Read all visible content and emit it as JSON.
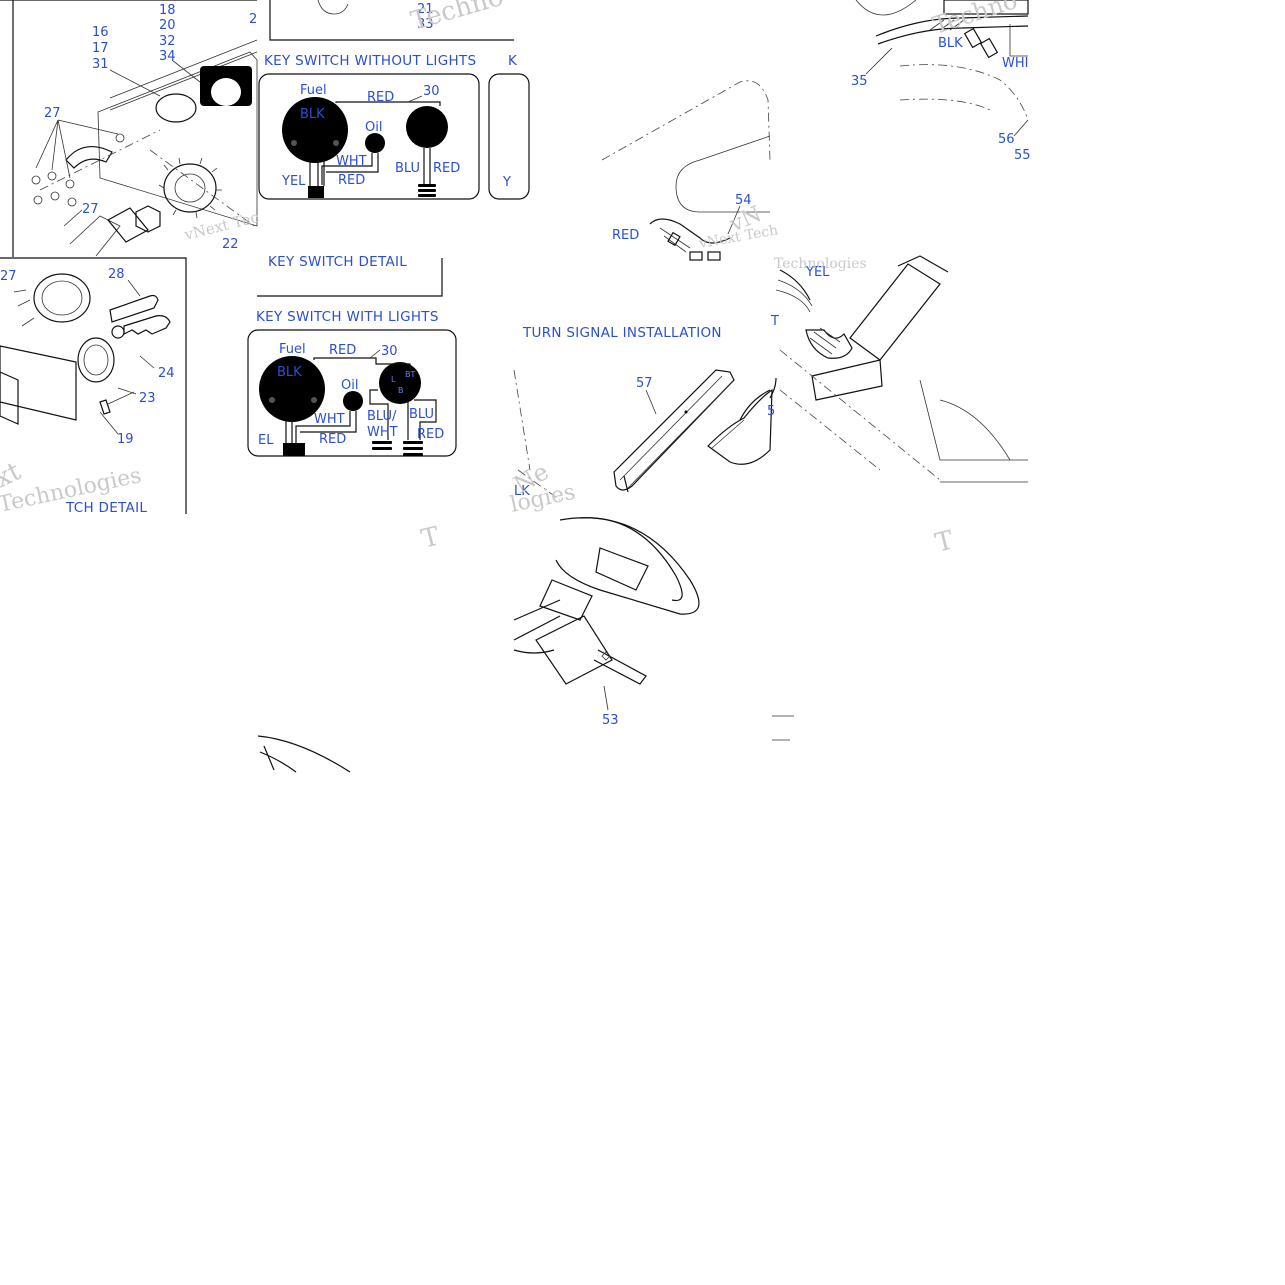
{
  "titles": {
    "key_switch_without_lights": "KEY SWITCH WITHOUT LIGHTS",
    "key_switch_with_lights": "KEY SWITCH WITH LIGHTS",
    "key_switch_detail": "KEY SWITCH DETAIL",
    "key_switch_detail_partial": "TCH DETAIL",
    "turn_signal_installation": "TURN SIGNAL INSTALLATION",
    "k_partial": "K"
  },
  "callouts": {
    "n16": "16",
    "n17": "17",
    "n31": "31",
    "n18": "18",
    "n20": "20",
    "n32": "32",
    "n34": "34",
    "n2": "2",
    "n27a": "27",
    "n27b": "27",
    "n22": "22",
    "n21": "21",
    "n33": "33",
    "n30a": "30",
    "n30b": "30",
    "n27c": "27",
    "n28": "28",
    "n24": "24",
    "n23": "23",
    "n19": "19",
    "n35": "35",
    "n56": "56",
    "n55": "55",
    "n54": "54",
    "n57": "57",
    "n53": "53",
    "n5": "5"
  },
  "wires": {
    "fuel": "Fuel",
    "blk": "BLK",
    "red": "RED",
    "oil": "Oil",
    "wht": "WHT",
    "yel": "YEL",
    "blu": "BLU",
    "blu_slash": "BLU/",
    "el_partial": "EL",
    "y_partial": "Y",
    "t_partial": "T",
    "whi_partial": "WHI",
    "lk_partial": "LK",
    "bt": "BT",
    "b": "B",
    "l": "L"
  },
  "watermarks": {
    "vnext_tec": "vNext Tec",
    "vnext_tech": "vNext Tech",
    "technologies": "Technologies",
    "techno": "Techno",
    "xt": "xt",
    "logies": "logies",
    "vn": "vN",
    "ne": "Ne",
    "t": "T"
  }
}
